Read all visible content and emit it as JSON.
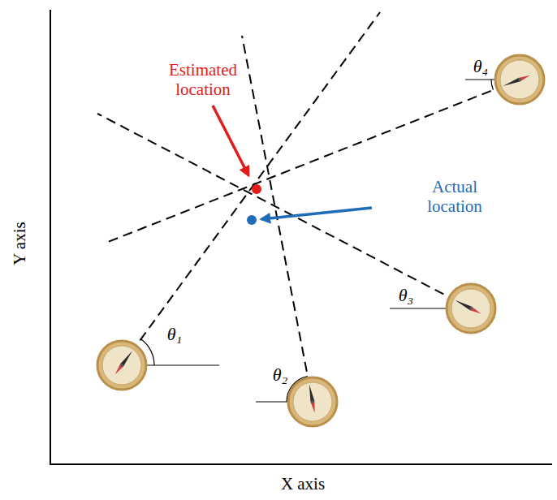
{
  "diagram": {
    "labels": [
      "Estimated location",
      "Actual location",
      "θ₁",
      "θ₂",
      "θ₃",
      "θ₄",
      "X axis",
      "Y axis"
    ]
  }
}
